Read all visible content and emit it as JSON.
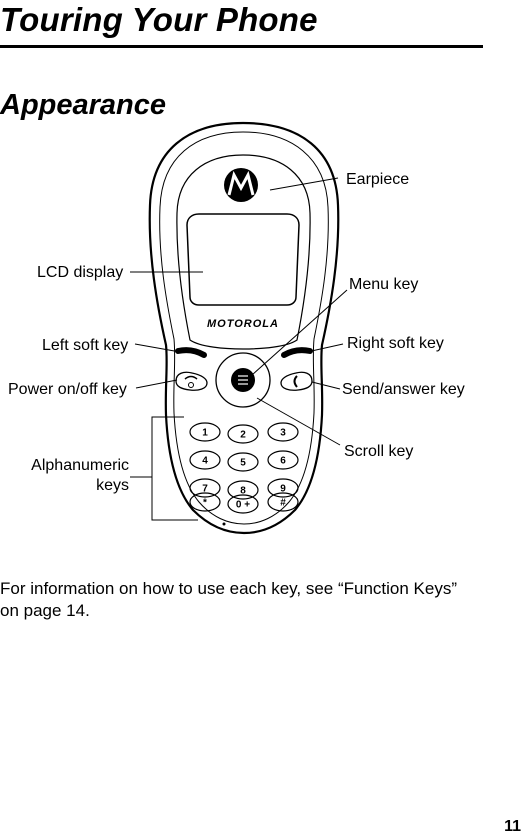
{
  "page": {
    "title": "Touring Your Phone",
    "section": "Appearance",
    "body": "For information on how to use each key, see “Function Keys” on page 14.",
    "page_number": "11"
  },
  "phone": {
    "brand": "MOTOROLA",
    "keypad": [
      "1",
      "2",
      "3",
      "4",
      "5",
      "6",
      "7",
      "8",
      "9",
      "*",
      "0 +",
      "#"
    ]
  },
  "labels": {
    "earpiece": "Earpiece",
    "lcd_display": "LCD display",
    "menu_key": "Menu key",
    "left_soft_key": "Left soft key",
    "right_soft_key": "Right soft key",
    "power_key": "Power on/off  key",
    "send_key": "Send/answer key",
    "alphanumeric_1": "Alphanumeric",
    "alphanumeric_2": "keys",
    "scroll_key": "Scroll key"
  }
}
